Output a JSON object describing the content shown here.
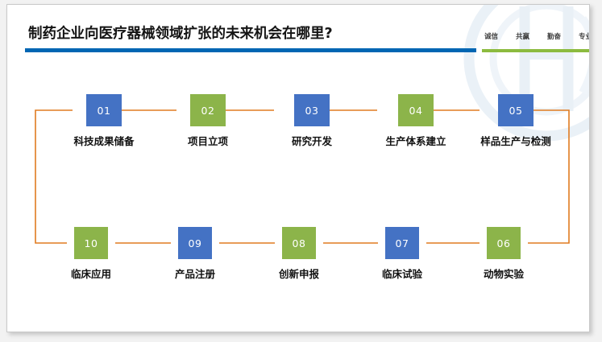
{
  "header": {
    "title": "制药企业向医疗器械领域扩张的未来机会在哪里?",
    "slogan": [
      "诚信",
      "共赢",
      "勤奋",
      "专业"
    ],
    "rule_blue_color": "#0066B3",
    "rule_green_color": "#8CBB3F"
  },
  "palette": {
    "blue": "#4472C4",
    "green": "#8CB44A",
    "connector": "#E07B20",
    "title_color": "#141414"
  },
  "flow": {
    "row1": [
      {
        "number": "01",
        "label": "科技成果储备",
        "color": "blue"
      },
      {
        "number": "02",
        "label": "项目立项",
        "color": "green"
      },
      {
        "number": "03",
        "label": "研究开发",
        "color": "blue"
      },
      {
        "number": "04",
        "label": "生产体系建立",
        "color": "green"
      },
      {
        "number": "05",
        "label": "样品生产与检测",
        "color": "blue"
      }
    ],
    "row2": [
      {
        "number": "10",
        "label": "临床应用",
        "color": "green"
      },
      {
        "number": "09",
        "label": "产品注册",
        "color": "blue"
      },
      {
        "number": "08",
        "label": "创新申报",
        "color": "green"
      },
      {
        "number": "07",
        "label": "临床试验",
        "color": "blue"
      },
      {
        "number": "06",
        "label": "动物实验",
        "color": "green"
      }
    ]
  }
}
